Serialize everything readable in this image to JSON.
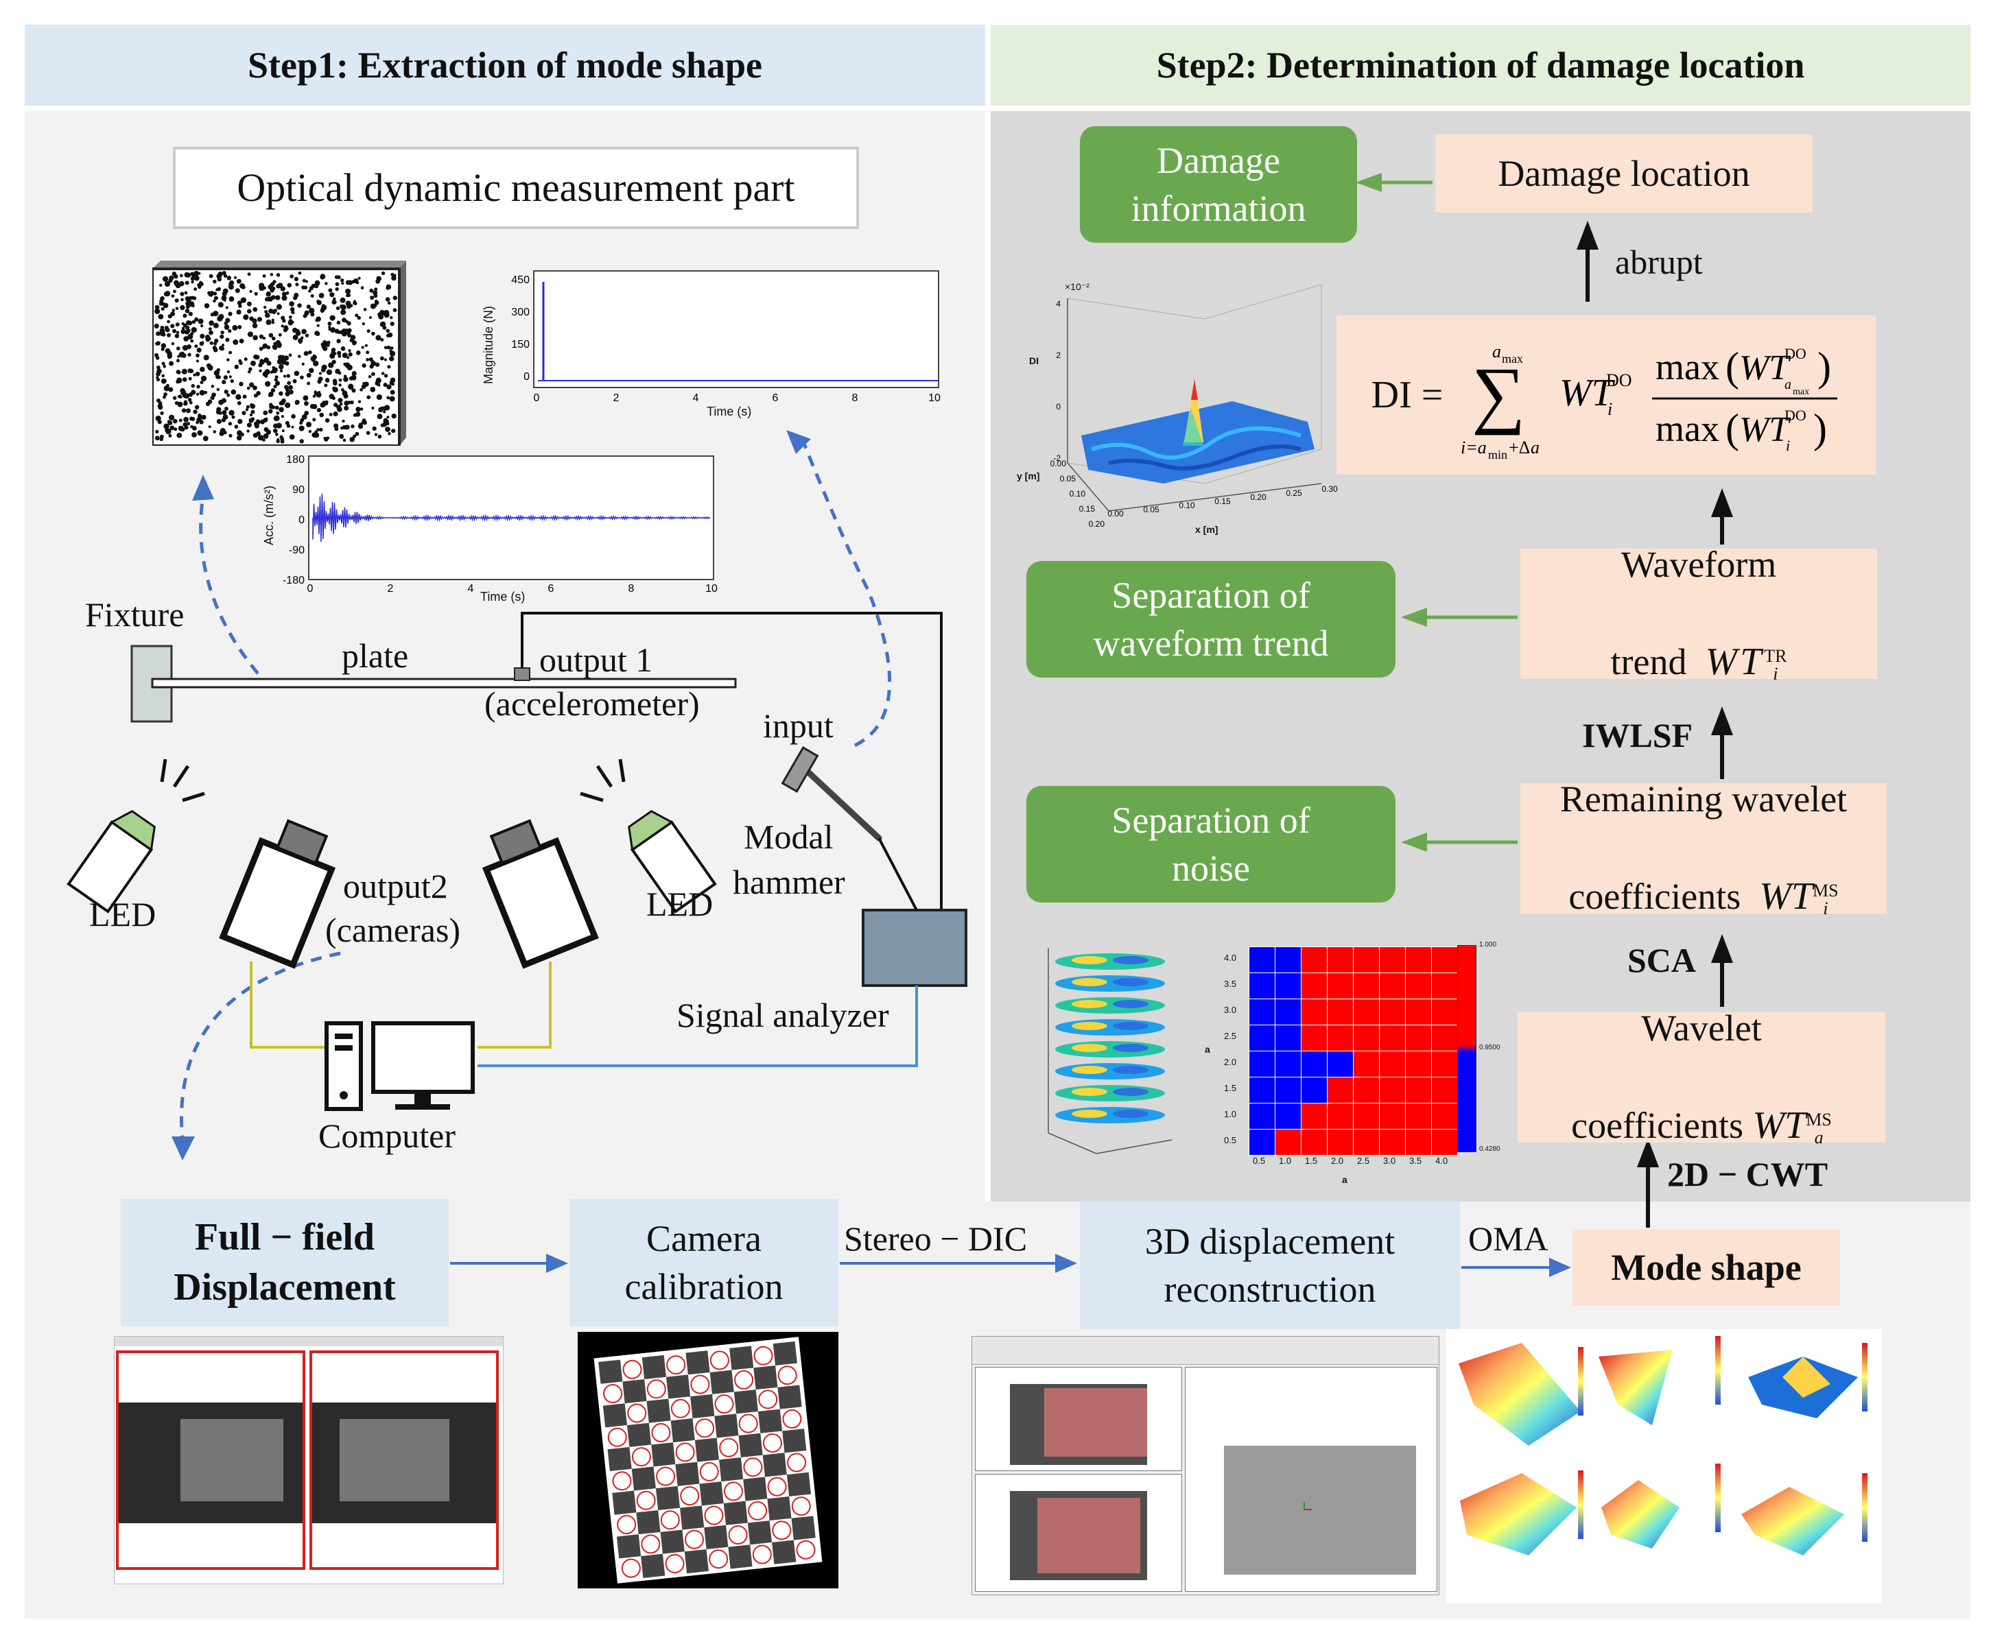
{
  "headers": {
    "step1": "Step1: Extraction of mode shape",
    "step2": "Step2: Determination of damage location"
  },
  "step1": {
    "optical_title": "Optical dynamic measurement part",
    "fixture": "Fixture",
    "plate": "plate",
    "output1": "output 1",
    "accelerometer": "(accelerometer)",
    "input": "input",
    "modal": "Modal",
    "hammer": "hammer",
    "led_left": "LED",
    "led_right": "LED",
    "output2": "output2",
    "cameras": "(cameras)",
    "signal_analyzer": "Signal analyzer",
    "computer": "Computer",
    "force_chart": {
      "ylabel": "Magnitude (N)",
      "xlabel": "Time (s)",
      "yticks": [
        "450",
        "300",
        "150",
        "0"
      ],
      "xticks": [
        "0",
        "2",
        "4",
        "6",
        "8",
        "10"
      ]
    },
    "acc_chart": {
      "ylabel": "Acc. (m/s²)",
      "xlabel": "Time (s)",
      "yticks": [
        "180",
        "90",
        "0",
        "-90",
        "-180"
      ],
      "xticks": [
        "0",
        "2",
        "4",
        "6",
        "8",
        "10"
      ]
    }
  },
  "bottom": {
    "full_field_1": "Full − field",
    "full_field_2": "Displacement",
    "camera_calibration": "Camera\ncalibration",
    "stereo_dic": "Stereo − DIC",
    "recon": "3D displacement\nreconstruction",
    "oma": "OMA",
    "mode_shape": "Mode shape"
  },
  "step2": {
    "damage_information": "Damage\ninformation",
    "damage_location": "Damage location",
    "abrupt": "abrupt",
    "di_lhs": "DI =",
    "sep_trend": "Separation of\nwaveform trend",
    "waveform_trend_1": "Waveform",
    "waveform_trend_2": "trend",
    "iwlsf": "IWLSF",
    "sep_noise": "Separation of\nnoise",
    "remaining_1": "Remaining wavelet",
    "remaining_2": "coefficients",
    "sca": "SCA",
    "wavelet_1": "Wavelet",
    "wavelet_2": "coefficients",
    "cwt": "2D − CWT",
    "di_plot": {
      "zlabel": "DI",
      "ylabel": "y [m]",
      "xlabel": "x [m]",
      "zexp": "×10⁻²",
      "zticks": [
        "4",
        "2",
        "0",
        "-2"
      ],
      "yticks": [
        "0.00",
        "0.05",
        "0.10",
        "0.15",
        "0.20"
      ],
      "xticks": [
        "0.00",
        "0.05",
        "0.10",
        "0.15",
        "0.20",
        "0.25",
        "0.30"
      ]
    },
    "heatmap": {
      "ylabel": "a",
      "xlabel": "a",
      "rows": [
        "4.0",
        "3.5",
        "3.0",
        "2.5",
        "2.0",
        "1.5",
        "1.0",
        "0.5"
      ],
      "cols": [
        "0.5",
        "1.0",
        "1.5",
        "2.0",
        "2.5",
        "3.0",
        "3.5",
        "4.0"
      ],
      "colorbar": [
        "1.000",
        "0.9500",
        "0.4280"
      ]
    }
  },
  "colors": {
    "peach": "#fbe2d3",
    "green": "#6aa84f",
    "light_blue": "#dbe8f4",
    "arrow_blue": "#4472c4"
  }
}
